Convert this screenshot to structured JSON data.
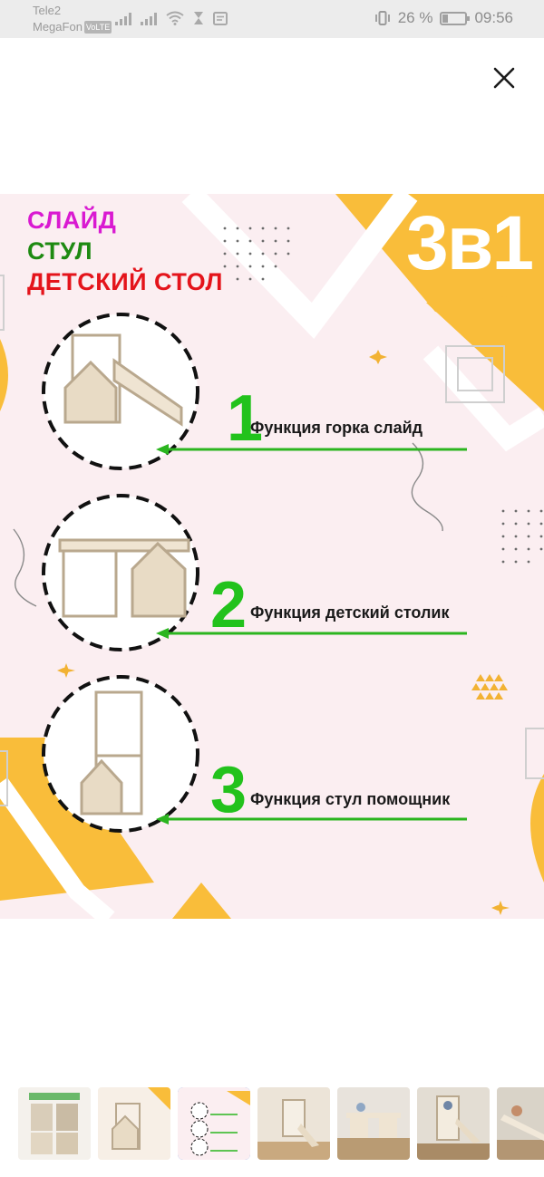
{
  "status_bar": {
    "carrier_1": "Tele2",
    "carrier_2": "MegaFon",
    "volte_badge": "VoLTE",
    "battery_percent": "26 %",
    "battery_level": 0.26,
    "time": "09:56"
  },
  "viewer": {
    "close_icon": "close-icon"
  },
  "image": {
    "title_slide": "СЛАЙД",
    "title_chair": "СТУЛ",
    "title_table": "ДЕТСКИЙ СТОЛ",
    "badge": "3в1",
    "functions": [
      {
        "number": "1",
        "label": "Функция горка слайд"
      },
      {
        "number": "2",
        "label": "Функция детский столик"
      },
      {
        "number": "3",
        "label": "Функция стул помощник"
      }
    ],
    "colors": {
      "background": "#fbeef1",
      "accent_yellow": "#f9bd3a",
      "number_green": "#22c21c",
      "arrow_green": "#2bb51f",
      "title_pink": "#d91ad1",
      "title_green": "#1e8a12",
      "title_red": "#e4141b"
    }
  },
  "thumbnails": {
    "count": 7,
    "active_index": 2
  }
}
